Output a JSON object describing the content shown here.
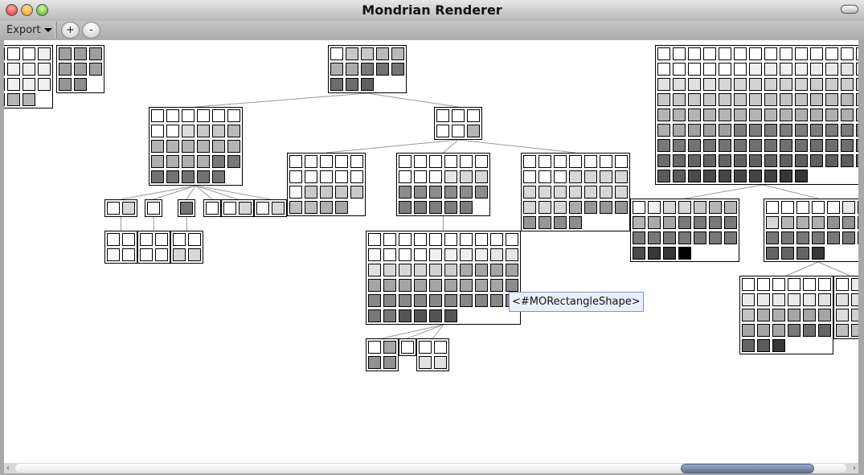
{
  "window": {
    "title": "Mondrian Renderer"
  },
  "toolbar": {
    "export_label": "Export",
    "zoom_in_label": "+",
    "zoom_out_label": "-"
  },
  "tooltip": {
    "text": "<#MORectangleShape>"
  },
  "colors": {
    "edge": "#999999",
    "tooltip_bg": "#e9efff",
    "thumb": "#6f83a6"
  },
  "nodes": [
    {
      "id": "left-a",
      "cols": 4,
      "shades": [
        255,
        255,
        255,
        240,
        240,
        240,
        240,
        240,
        240,
        240,
        240,
        240,
        240,
        180,
        180
      ]
    },
    {
      "id": "left-b",
      "cols": 3,
      "shades": [
        160,
        160,
        160,
        160,
        160,
        160,
        150,
        140
      ]
    },
    {
      "id": "root",
      "cols": 5,
      "shades": [
        255,
        200,
        200,
        185,
        185,
        175,
        170,
        120,
        115,
        115,
        110,
        110,
        95
      ]
    },
    {
      "id": "c",
      "cols": 6,
      "shades": [
        255,
        255,
        255,
        255,
        255,
        255,
        255,
        255,
        220,
        200,
        200,
        185,
        180,
        180,
        180,
        180,
        180,
        180,
        175,
        175,
        175,
        175,
        120,
        120,
        115,
        115,
        115,
        115,
        115
      ]
    },
    {
      "id": "d",
      "cols": 3,
      "shades": [
        255,
        255,
        255,
        255,
        255,
        180
      ]
    },
    {
      "id": "c1",
      "cols": 2,
      "shades": [
        255,
        215
      ]
    },
    {
      "id": "c2",
      "cols": 1,
      "shades": [
        255
      ]
    },
    {
      "id": "c3",
      "cols": 1,
      "shades": [
        115
      ]
    },
    {
      "id": "c4",
      "cols": 1,
      "shades": [
        255
      ]
    },
    {
      "id": "c5",
      "cols": 2,
      "shades": [
        255,
        215
      ]
    },
    {
      "id": "c6",
      "cols": 2,
      "shades": [
        255,
        215
      ]
    },
    {
      "id": "c1a",
      "cols": 2,
      "shades": [
        255,
        255,
        255,
        255
      ]
    },
    {
      "id": "c2a",
      "cols": 2,
      "shades": [
        255,
        255,
        255,
        255
      ]
    },
    {
      "id": "c3a",
      "cols": 2,
      "shades": [
        255,
        255,
        215,
        215
      ]
    },
    {
      "id": "e",
      "cols": 5,
      "shades": [
        255,
        255,
        255,
        255,
        255,
        255,
        255,
        255,
        255,
        255,
        255,
        200,
        200,
        200,
        200,
        190,
        190,
        175,
        165
      ]
    },
    {
      "id": "f",
      "cols": 6,
      "shades": [
        255,
        255,
        255,
        255,
        255,
        255,
        255,
        255,
        255,
        230,
        215,
        215,
        140,
        140,
        140,
        140,
        140,
        140,
        125,
        125,
        125,
        125,
        125
      ]
    },
    {
      "id": "g",
      "cols": 7,
      "shades": [
        255,
        255,
        255,
        255,
        255,
        255,
        255,
        255,
        255,
        255,
        215,
        215,
        215,
        215,
        215,
        215,
        215,
        215,
        215,
        215,
        215,
        215,
        215,
        215,
        170,
        150,
        150,
        150,
        150,
        150,
        140,
        140
      ]
    },
    {
      "id": "h",
      "cols": 10,
      "shades": [
        255,
        255,
        255,
        255,
        255,
        255,
        255,
        255,
        255,
        255,
        255,
        255,
        255,
        255,
        240,
        240,
        240,
        240,
        230,
        230,
        225,
        215,
        215,
        215,
        210,
        205,
        170,
        165,
        165,
        165,
        165,
        165,
        165,
        165,
        165,
        165,
        165,
        165,
        165,
        140,
        135,
        135,
        135,
        135,
        135,
        135,
        135,
        135,
        135,
        135,
        120,
        120,
        85,
        85,
        85,
        85
      ]
    },
    {
      "id": "h1",
      "cols": 2,
      "shades": [
        255,
        165,
        145,
        145
      ]
    },
    {
      "id": "h2",
      "cols": 1,
      "shades": [
        255
      ]
    },
    {
      "id": "h3",
      "cols": 2,
      "shades": [
        255,
        255,
        225,
        225
      ]
    },
    {
      "id": "i",
      "cols": 14,
      "shades": [
        255,
        255,
        255,
        255,
        255,
        255,
        255,
        255,
        255,
        255,
        255,
        255,
        255,
        255,
        255,
        255,
        255,
        255,
        255,
        255,
        240,
        240,
        240,
        240,
        235,
        235,
        228,
        225,
        225,
        225,
        225,
        225,
        215,
        215,
        210,
        210,
        210,
        210,
        205,
        205,
        205,
        200,
        200,
        200,
        200,
        200,
        200,
        200,
        200,
        195,
        195,
        195,
        190,
        190,
        185,
        185,
        180,
        180,
        180,
        180,
        180,
        180,
        180,
        180,
        180,
        175,
        175,
        175,
        175,
        175,
        175,
        170,
        160,
        160,
        160,
        125,
        125,
        125,
        125,
        125,
        125,
        125,
        125,
        125,
        120,
        120,
        115,
        115,
        115,
        115,
        112,
        112,
        112,
        112,
        110,
        110,
        110,
        108,
        108,
        105,
        100,
        100,
        100,
        98,
        98,
        96,
        96,
        95,
        95,
        94,
        92,
        92,
        90,
        90,
        75,
        72,
        70,
        70,
        68,
        66,
        55,
        52
      ]
    },
    {
      "id": "j",
      "cols": 7,
      "shades": [
        255,
        240,
        215,
        215,
        200,
        180,
        180,
        180,
        170,
        165,
        120,
        120,
        120,
        120,
        120,
        120,
        120,
        120,
        120,
        120,
        120,
        75,
        55,
        55,
        0
      ]
    },
    {
      "id": "k",
      "cols": 7,
      "shades": [
        255,
        255,
        255,
        255,
        255,
        235,
        235,
        215,
        180,
        175,
        175,
        145,
        145,
        130,
        120,
        120,
        120,
        120,
        120,
        120,
        120,
        100,
        100,
        100,
        55
      ]
    },
    {
      "id": "l",
      "cols": 6,
      "shades": [
        255,
        255,
        255,
        255,
        255,
        255,
        235,
        235,
        235,
        235,
        235,
        225,
        195,
        175,
        175,
        165,
        165,
        165,
        165,
        165,
        165,
        120,
        110,
        100,
        100,
        90,
        55
      ]
    },
    {
      "id": "m",
      "cols": 2,
      "shades": [
        255,
        235,
        225,
        225,
        220,
        210,
        190,
        190
      ]
    }
  ]
}
